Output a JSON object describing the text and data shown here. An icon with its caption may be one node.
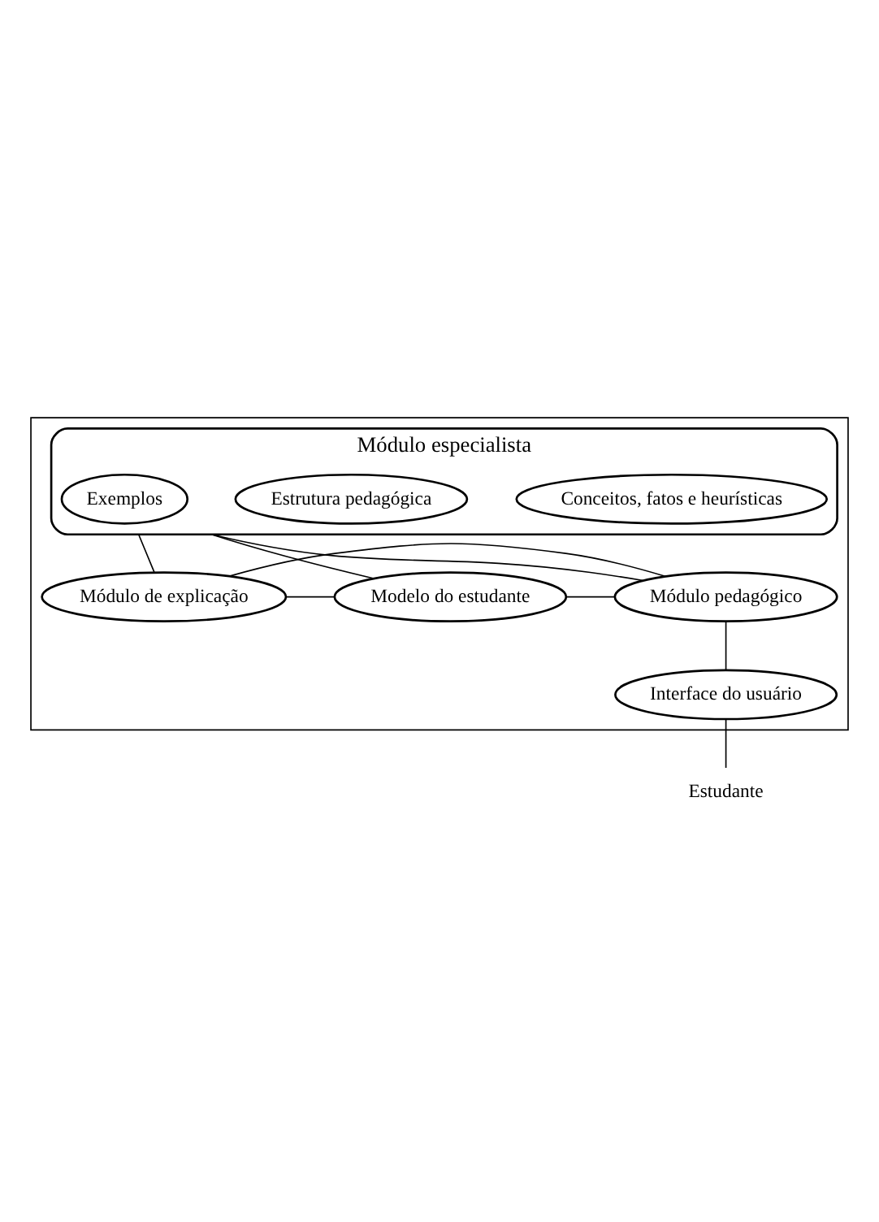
{
  "diagram": {
    "nodes": [
      {
        "text": [],
        "shape": "box"
      },
      {
        "text": [
          "Módulo especialista"
        ],
        "in": 0
      },
      {
        "text": [
          "Conceitos, fatos e heurísticas"
        ],
        "in": 1
      },
      {
        "text": [
          "Estrutura pedagógica"
        ],
        "in": 1
      },
      {
        "text": [
          "Exemplos"
        ],
        "in": 1
      },
      {
        "text": [
          "Módulo de explicação"
        ],
        "in": 0
      },
      {
        "text": [
          "Modelo do estudante"
        ],
        "in": 0
      },
      {
        "text": [
          "Módulo pedagógico"
        ],
        "in": 0
      },
      {
        "text": [
          "Interface do usuário"
        ],
        "in": 0
      },
      {
        "text": [
          "Estudante"
        ]
      }
    ],
    "edges": [
      {
        "from": 1,
        "to": 5,
        "arrow": "none"
      },
      {
        "from": 1,
        "to": 7,
        "arrow": "none"
      },
      {
        "from": 1,
        "to": 6,
        "arrow": "none"
      },
      {
        "from": 5,
        "to": 6,
        "arrow": "none"
      },
      {
        "from": 5,
        "to": 7,
        "arrow": "none"
      },
      {
        "from": 6,
        "to": 7,
        "arrow": "none"
      },
      {
        "from": 7,
        "to": 8,
        "arrow": "none"
      },
      {
        "from": 8,
        "to": 9,
        "arrow": "none"
      }
    ]
  }
}
